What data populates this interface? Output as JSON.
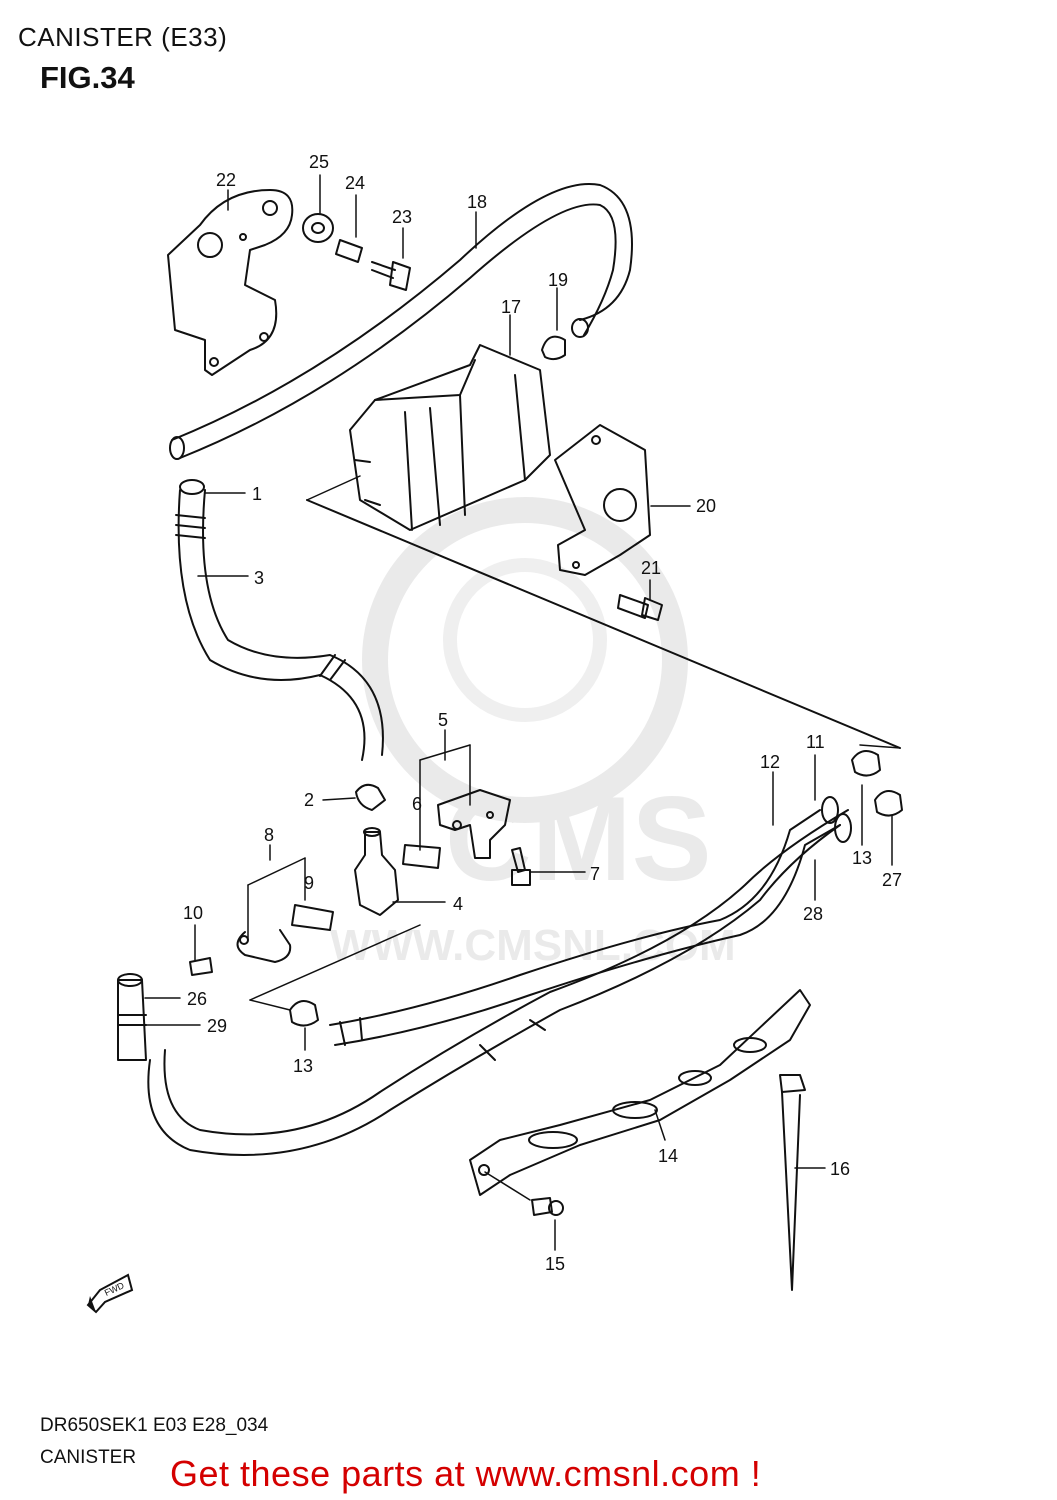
{
  "header": {
    "title": "CANISTER (E33)",
    "figure": "FIG.34"
  },
  "footer": {
    "code": "DR650SEK1 E03 E28_034",
    "name": "CANISTER"
  },
  "promo": "Get these parts at www.cmsnl.com !",
  "watermark": {
    "brand": "CMS",
    "url": "WWW.CMSNL.COM"
  },
  "fwd_label": "FWD",
  "part_numbers": {
    "p1": "1",
    "p2": "2",
    "p3": "3",
    "p4": "4",
    "p5": "5",
    "p6": "6",
    "p7": "7",
    "p8": "8",
    "p9": "9",
    "p10": "10",
    "p11": "11",
    "p12": "12",
    "p13a": "13",
    "p13b": "13",
    "p14": "14",
    "p15": "15",
    "p16": "16",
    "p17": "17",
    "p18": "18",
    "p19": "19",
    "p20": "20",
    "p21": "21",
    "p22": "22",
    "p23": "23",
    "p24": "24",
    "p25": "25",
    "p26": "26",
    "p27": "27",
    "p28": "28",
    "p29": "29"
  },
  "colors": {
    "line": "#111111",
    "promo": "#d40000",
    "watermark": "#d9d9d9"
  }
}
